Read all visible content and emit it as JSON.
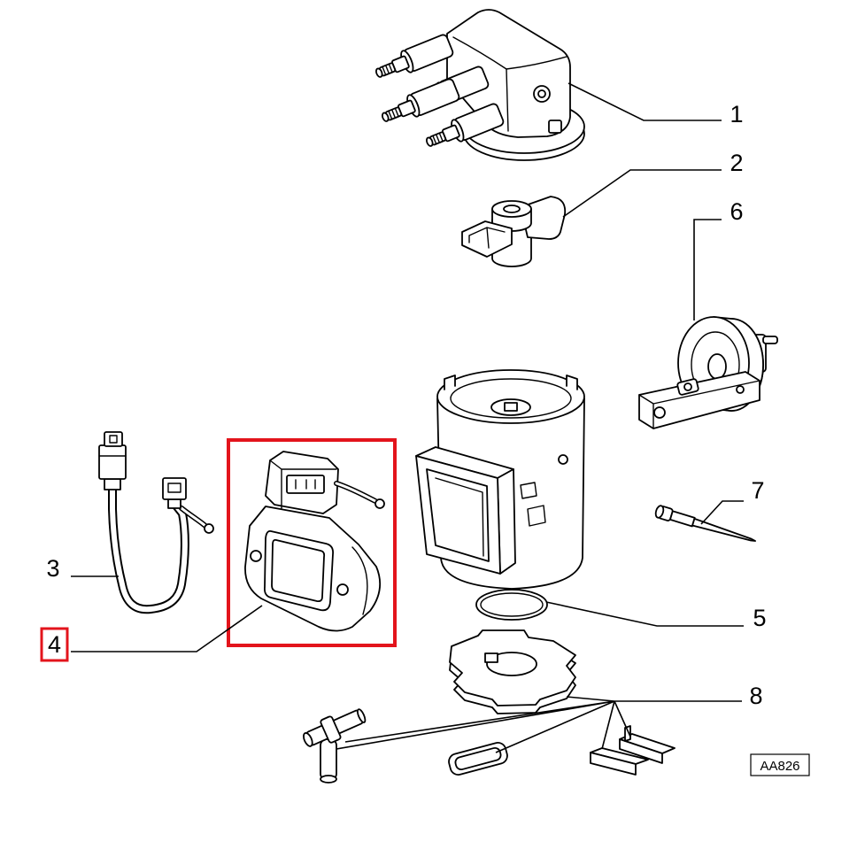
{
  "callouts": {
    "part_1": "1",
    "part_2": "2",
    "part_3": "3",
    "part_4": "4",
    "part_5": "5",
    "part_6": "6",
    "part_7": "7",
    "part_8": "8"
  },
  "reference_code": "AA826",
  "colors": {
    "highlight": "#e3141c",
    "ink": "#000000",
    "paper": "#ffffff"
  }
}
